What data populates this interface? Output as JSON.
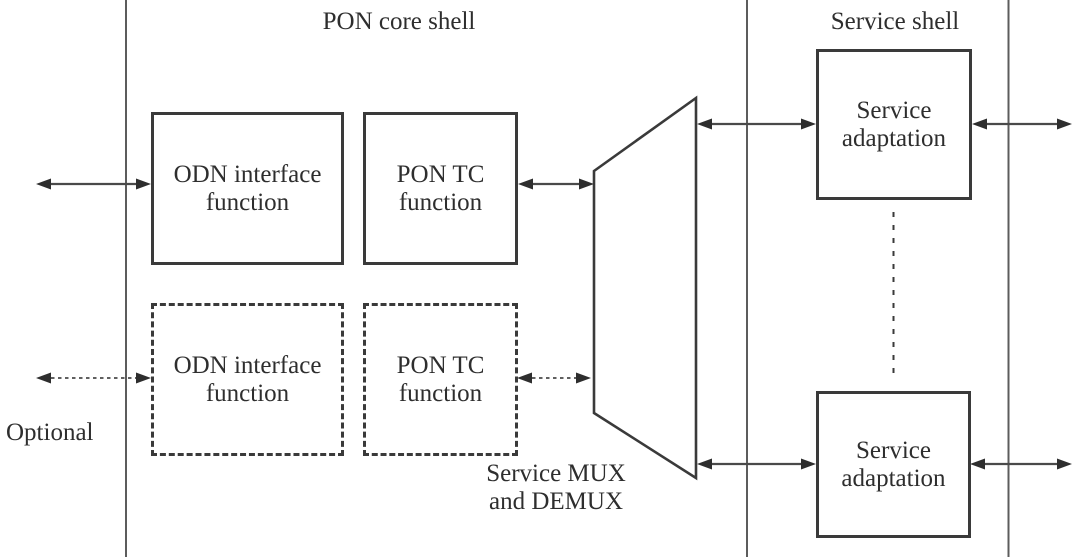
{
  "figure": {
    "shells": {
      "pon_core": "PON core shell",
      "service": "Service shell"
    },
    "boxes": {
      "odn_solid": "ODN interface\nfunction",
      "pon_tc_solid": "PON TC\nfunction",
      "odn_dashed": "ODN interface\nfunction",
      "pon_tc_dashed": "PON TC\nfunction",
      "service_adaptation_top": "Service\nadaptation",
      "service_adaptation_bottom": "Service\nadaptation"
    },
    "annotations": {
      "mux_demux": "Service MUX\nand DEMUX",
      "optional": "Optional"
    },
    "colors": {
      "background": "#ffffff",
      "arrow_line": "#4a4a4a",
      "arrow_head": "#2e2e2e",
      "box_border": "#3a3a3a",
      "text": "#2e2e2e",
      "shell_divider": "#5c5c5c"
    }
  }
}
